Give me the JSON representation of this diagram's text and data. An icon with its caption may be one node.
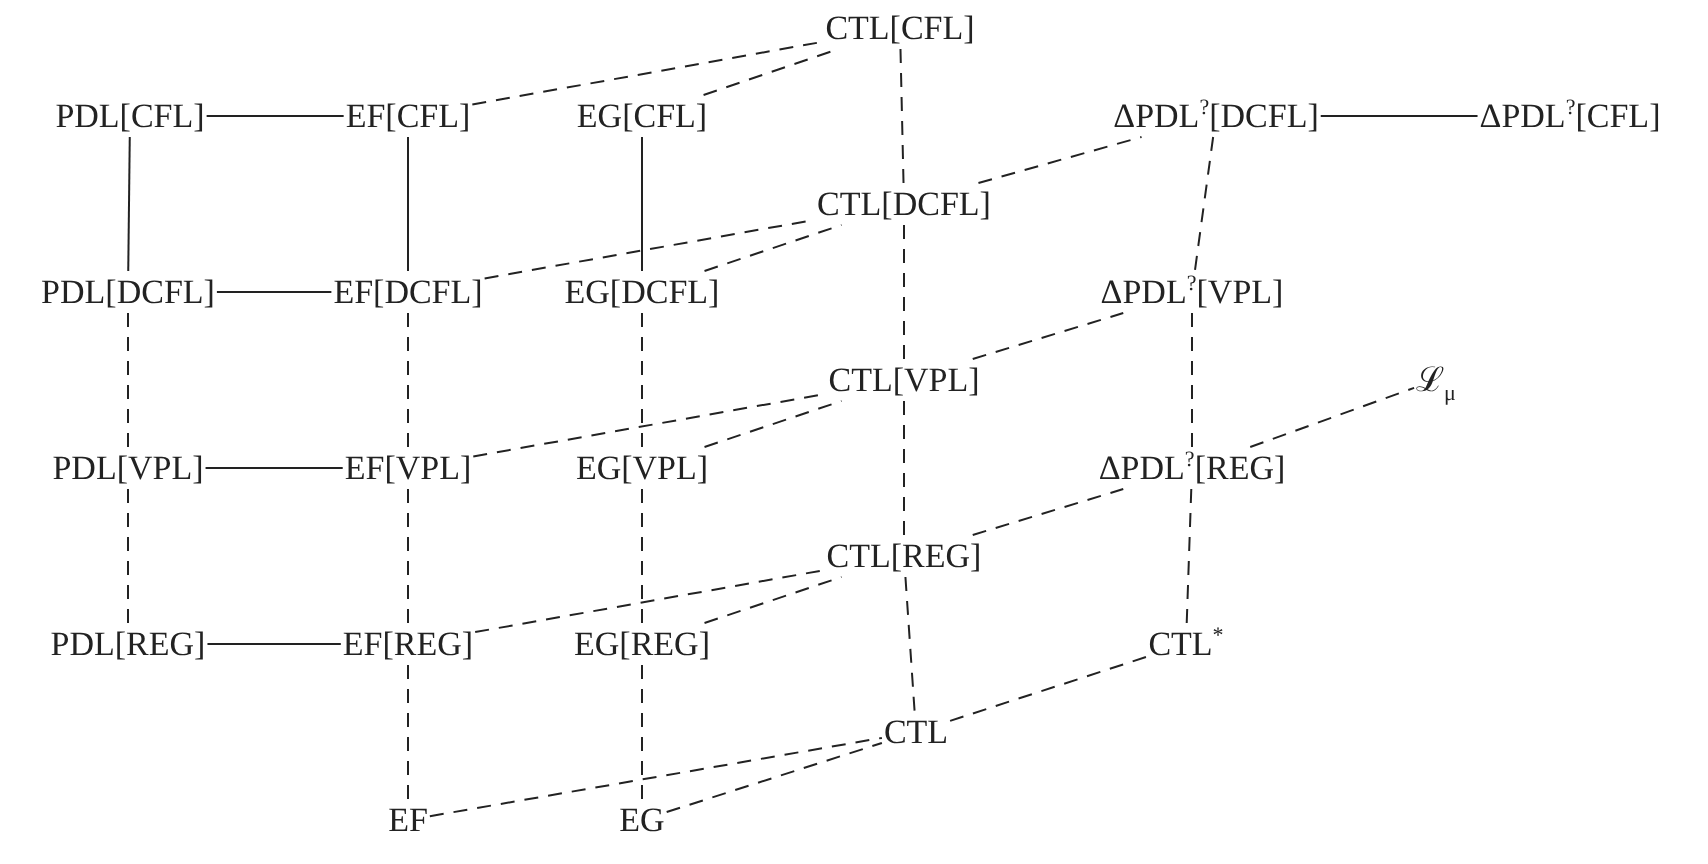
{
  "diagram": {
    "nodes": [
      {
        "text": [
          "CTL[CFL]"
        ]
      },
      {
        "text": [
          "PDL[CFL]"
        ]
      },
      {
        "text": [
          "EF[CFL]"
        ]
      },
      {
        "text": [
          "EG[CFL]"
        ]
      },
      {
        "text": [
          "ΔPDL$^{?}$[DCFL]"
        ]
      },
      {
        "text": [
          "ΔPDL$^{?}$[CFL]"
        ]
      },
      {
        "text": [
          "CTL[DCFL]"
        ]
      },
      {
        "text": [
          "PDL[DCFL]"
        ]
      },
      {
        "text": [
          "EF[DCFL]"
        ]
      },
      {
        "text": [
          "EG[DCFL]"
        ]
      },
      {
        "text": [
          "ΔPDL$^{?}$[VPL]"
        ]
      },
      {
        "text": [
          "CTL[VPL]"
        ]
      },
      {
        "text": [
          "ℒ$_{μ}$"
        ]
      },
      {
        "text": [
          "PDL[VPL]"
        ]
      },
      {
        "text": [
          "EF[VPL]"
        ]
      },
      {
        "text": [
          "EG[VPL]"
        ]
      },
      {
        "text": [
          "ΔPDL$^{?}$[REG]"
        ]
      },
      {
        "text": [
          "CTL[REG]"
        ]
      },
      {
        "text": [
          "PDL[REG]"
        ]
      },
      {
        "text": [
          "EF[REG]"
        ]
      },
      {
        "text": [
          "EG[REG]"
        ]
      },
      {
        "text": [
          "CTL$^{*}$"
        ]
      },
      {
        "text": [
          "CTL"
        ]
      },
      {
        "text": [
          "EF"
        ]
      },
      {
        "text": [
          "EG"
        ]
      }
    ],
    "edges": [
      {
        "from": 1,
        "to": 2,
        "arrow": "none"
      },
      {
        "from": 1,
        "to": 7,
        "arrow": "none"
      },
      {
        "from": 2,
        "to": 8,
        "arrow": "none"
      },
      {
        "from": 3,
        "to": 9,
        "arrow": "none"
      },
      {
        "from": 4,
        "to": 5,
        "arrow": "none"
      },
      {
        "from": 7,
        "to": 8,
        "arrow": "none"
      },
      {
        "from": 13,
        "to": 14,
        "arrow": "none"
      },
      {
        "from": 18,
        "to": 19,
        "arrow": "none"
      },
      {
        "from": 2,
        "to": 0,
        "arrow": "none",
        "style": "dashed"
      },
      {
        "from": 3,
        "to": 0,
        "arrow": "none",
        "style": "dashed"
      },
      {
        "from": 8,
        "to": 6,
        "arrow": "none",
        "style": "dashed"
      },
      {
        "from": 9,
        "to": 6,
        "arrow": "none",
        "style": "dashed"
      },
      {
        "from": 14,
        "to": 11,
        "arrow": "none",
        "style": "dashed"
      },
      {
        "from": 15,
        "to": 11,
        "arrow": "none",
        "style": "dashed"
      },
      {
        "from": 19,
        "to": 17,
        "arrow": "none",
        "style": "dashed"
      },
      {
        "from": 20,
        "to": 17,
        "arrow": "none",
        "style": "dashed"
      },
      {
        "from": 23,
        "to": 22,
        "arrow": "none",
        "style": "dashed"
      },
      {
        "from": 24,
        "to": 22,
        "arrow": "none",
        "style": "dashed"
      },
      {
        "from": 0,
        "to": 6,
        "arrow": "none",
        "style": "dashed"
      },
      {
        "from": 6,
        "to": 11,
        "arrow": "none",
        "style": "dashed"
      },
      {
        "from": 11,
        "to": 17,
        "arrow": "none",
        "style": "dashed"
      },
      {
        "from": 17,
        "to": 22,
        "arrow": "none",
        "style": "dashed"
      },
      {
        "from": 7,
        "to": 13,
        "arrow": "none",
        "style": "dashed"
      },
      {
        "from": 13,
        "to": 18,
        "arrow": "none",
        "style": "dashed"
      },
      {
        "from": 8,
        "to": 14,
        "arrow": "none",
        "style": "dashed"
      },
      {
        "from": 14,
        "to": 19,
        "arrow": "none",
        "style": "dashed"
      },
      {
        "from": 19,
        "to": 23,
        "arrow": "none",
        "style": "dashed"
      },
      {
        "from": 9,
        "to": 15,
        "arrow": "none",
        "style": "dashed"
      },
      {
        "from": 15,
        "to": 20,
        "arrow": "none",
        "style": "dashed"
      },
      {
        "from": 20,
        "to": 24,
        "arrow": "none",
        "style": "dashed"
      },
      {
        "from": 4,
        "to": 10,
        "arrow": "none",
        "style": "dashed"
      },
      {
        "from": 10,
        "to": 16,
        "arrow": "none",
        "style": "dashed"
      },
      {
        "from": 16,
        "to": 21,
        "arrow": "none",
        "style": "dashed"
      },
      {
        "from": 6,
        "to": 4,
        "arrow": "none",
        "style": "dashed"
      },
      {
        "from": 11,
        "to": 10,
        "arrow": "none",
        "style": "dashed"
      },
      {
        "from": 17,
        "to": 16,
        "arrow": "none",
        "style": "dashed"
      },
      {
        "from": 22,
        "to": 21,
        "arrow": "none",
        "style": "dashed"
      },
      {
        "from": 16,
        "to": 12,
        "arrow": "none",
        "style": "dashed"
      }
    ]
  }
}
